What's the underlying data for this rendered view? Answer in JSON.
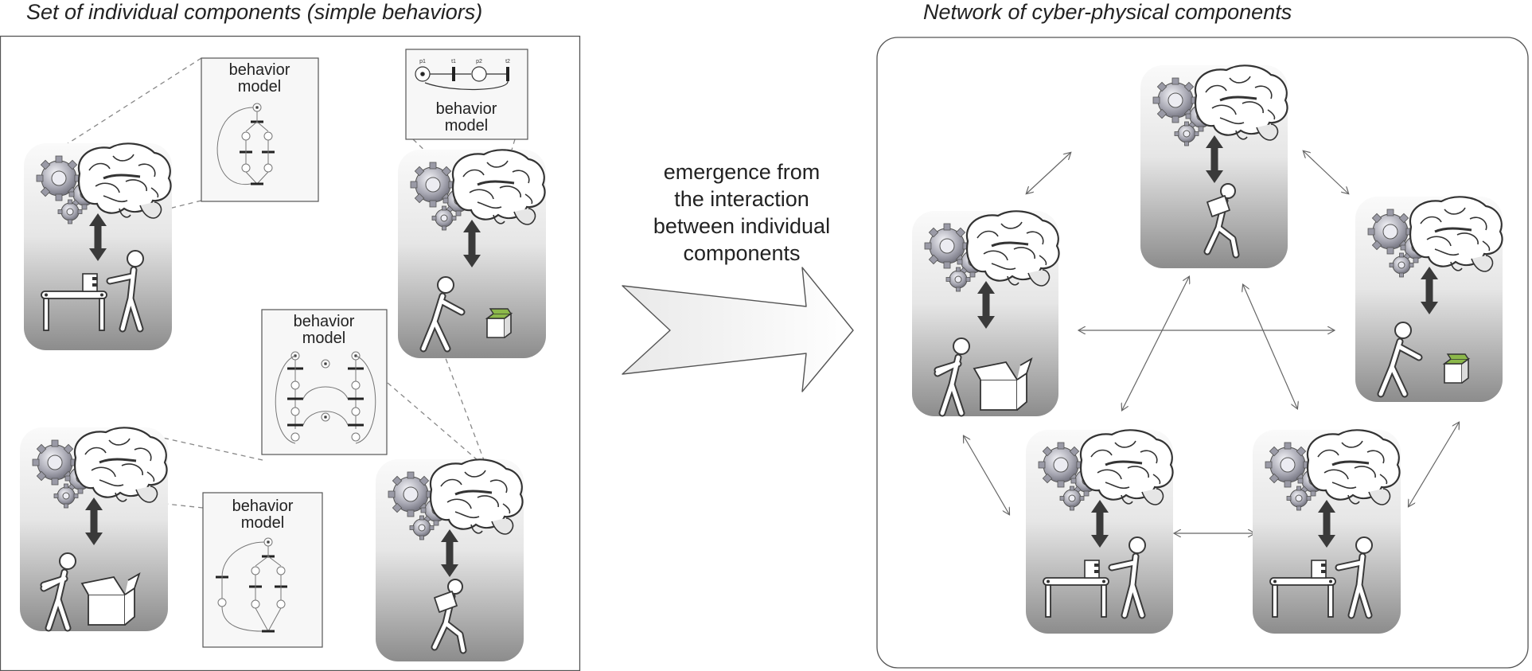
{
  "left_panel": {
    "title": "Set of individual components (simple behaviors)"
  },
  "right_panel": {
    "title": "Network of cyber-physical components"
  },
  "behavior_model_label_line1": "behavior",
  "behavior_model_label_line2": "model",
  "petri_labels": {
    "p1": "p1",
    "p2": "p2",
    "t1": "t1",
    "t2": "t2"
  },
  "center_arrow": {
    "lines": [
      "emergence from",
      "the interaction",
      "between individual",
      "components"
    ]
  },
  "colors": {
    "border": "#555555",
    "card_top": "#f6f6f6",
    "card_bottom": "#8f8f8f",
    "arrow_dark": "#3a3a3a",
    "box_green": "#8cb84a"
  },
  "icons": [
    "gears-icon",
    "brain-icon",
    "double-arrow-icon",
    "worker-icon",
    "conveyor-icon",
    "box-icon",
    "package-icon"
  ]
}
